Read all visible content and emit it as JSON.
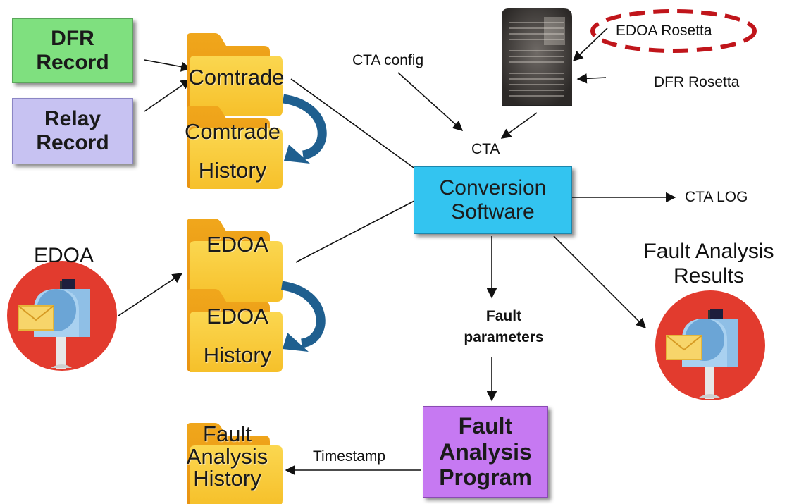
{
  "boxes": {
    "dfr_record": [
      "DFR",
      "Record"
    ],
    "relay_record": [
      "Relay",
      "Record"
    ],
    "conversion_software": [
      "Conversion",
      "Software"
    ],
    "fault_analysis_program": [
      "Fault",
      "Analysis",
      "Program"
    ]
  },
  "folders": {
    "comtrade": "Comtrade",
    "comtrade_history": [
      "Comtrade",
      "History"
    ],
    "edoa": "EDOA",
    "edoa_history": [
      "EDOA",
      "History"
    ],
    "fault_analysis_history": [
      "Fault",
      "Analysis",
      "History"
    ]
  },
  "labels": {
    "cta_config": "CTA config",
    "cta": "CTA",
    "cta_log": "CTA LOG",
    "edoa_rosetta": "EDOA Rosetta",
    "dfr_rosetta": "DFR Rosetta",
    "edoa": "EDOA",
    "fault_analysis_results": [
      "Fault Analysis",
      "Results"
    ],
    "fault_parameters": [
      "Fault",
      "parameters"
    ],
    "timestamp": "Timestamp"
  },
  "colors": {
    "dfr_box": "#7fe07f",
    "relay_box": "#c7c2f2",
    "conversion_box": "#33c4f0",
    "program_box": "#c679f2",
    "folder": "#f7c531",
    "curved_arrow": "#1f5f8f",
    "rosetta_highlight": "#c0151b"
  },
  "icons": [
    "mailbox-icon",
    "rosetta-stone-icon",
    "folder-icon",
    "curved-arrow-icon"
  ]
}
